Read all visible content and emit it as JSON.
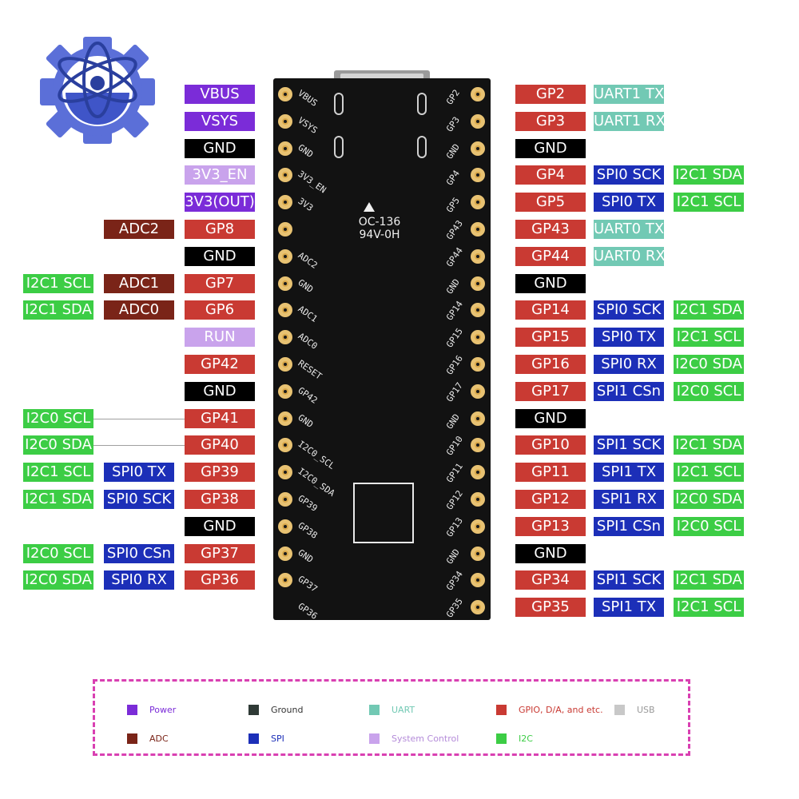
{
  "colors": {
    "power": "#7b2cd8",
    "ground": "#000000",
    "uart": "#72c9b4",
    "gpio": "#c93a33",
    "usb": "#c8c8c8",
    "adc": "#7a2418",
    "spi": "#1c2fb8",
    "system_control": "#c9a3ec",
    "i2c": "#3ccd45"
  },
  "board": {
    "marking_line1": "OC-136",
    "marking_line2": "94V-0H",
    "left_silk": [
      "VBUS",
      "VSYS",
      "GND",
      "3V3_EN",
      "3V3",
      "",
      "ADC2",
      "GND",
      "ADC1",
      "ADC0",
      "RESET",
      "GP42",
      "GND",
      "I2C0_SCL",
      "I2C0_SDA",
      "GP39",
      "GP38",
      "GND",
      "GP37",
      "GP36"
    ],
    "right_silk": [
      "GP2",
      "GP3",
      "GND",
      "GP4",
      "GP5",
      "GP43",
      "GP44",
      "GND",
      "GP14",
      "GP15",
      "GP16",
      "GP17",
      "GND",
      "GP10",
      "GP11",
      "GP12",
      "GP13",
      "GND",
      "GP34",
      "GP35"
    ]
  },
  "left_pins": [
    {
      "name": "VBUS",
      "cat": "power",
      "extra": []
    },
    {
      "name": "VSYS",
      "cat": "power",
      "extra": []
    },
    {
      "name": "GND",
      "cat": "ground",
      "extra": []
    },
    {
      "name": "3V3_EN",
      "cat": "sysc",
      "extra": []
    },
    {
      "name": "3V3(OUT)",
      "cat": "power",
      "extra": []
    },
    {
      "name": "GP8",
      "cat": "gpio",
      "extra": [
        {
          "t": "ADC2",
          "cat": "adc"
        }
      ]
    },
    {
      "name": "GND",
      "cat": "ground",
      "extra": []
    },
    {
      "name": "GP7",
      "cat": "gpio",
      "extra": [
        {
          "t": "ADC1",
          "cat": "adc"
        },
        {
          "t": "I2C1 SCL",
          "cat": "i2c"
        }
      ]
    },
    {
      "name": "GP6",
      "cat": "gpio",
      "extra": [
        {
          "t": "ADC0",
          "cat": "adc"
        },
        {
          "t": "I2C1 SDA",
          "cat": "i2c"
        }
      ]
    },
    {
      "name": "RUN",
      "cat": "sysc",
      "extra": []
    },
    {
      "name": "GP42",
      "cat": "gpio",
      "extra": []
    },
    {
      "name": "GND",
      "cat": "ground",
      "extra": []
    },
    {
      "name": "GP41",
      "cat": "gpio",
      "extra": [
        {
          "t": "I2C0 SCL",
          "cat": "i2c",
          "far": true
        }
      ]
    },
    {
      "name": "GP40",
      "cat": "gpio",
      "extra": [
        {
          "t": "I2C0 SDA",
          "cat": "i2c",
          "far": true
        }
      ]
    },
    {
      "name": "GP39",
      "cat": "gpio",
      "extra": [
        {
          "t": "SPI0 TX",
          "cat": "spi"
        },
        {
          "t": "I2C1 SCL",
          "cat": "i2c"
        }
      ]
    },
    {
      "name": "GP38",
      "cat": "gpio",
      "extra": [
        {
          "t": "SPI0 SCK",
          "cat": "spi"
        },
        {
          "t": "I2C1 SDA",
          "cat": "i2c"
        }
      ]
    },
    {
      "name": "GND",
      "cat": "ground",
      "extra": []
    },
    {
      "name": "GP37",
      "cat": "gpio",
      "extra": [
        {
          "t": "SPI0 CSn",
          "cat": "spi"
        },
        {
          "t": "I2C0 SCL",
          "cat": "i2c"
        }
      ]
    },
    {
      "name": "GP36",
      "cat": "gpio",
      "extra": [
        {
          "t": "SPI0 RX",
          "cat": "spi"
        },
        {
          "t": "I2C0 SDA",
          "cat": "i2c"
        }
      ]
    }
  ],
  "right_pins": [
    {
      "name": "GP2",
      "cat": "gpio",
      "extra": [
        {
          "t": "UART1 TX",
          "cat": "uart"
        }
      ]
    },
    {
      "name": "GP3",
      "cat": "gpio",
      "extra": [
        {
          "t": "UART1 RX",
          "cat": "uart"
        }
      ]
    },
    {
      "name": "GND",
      "cat": "ground",
      "extra": []
    },
    {
      "name": "GP4",
      "cat": "gpio",
      "extra": [
        {
          "t": "SPI0 SCK",
          "cat": "spi"
        },
        {
          "t": "I2C1 SDA",
          "cat": "i2c"
        }
      ]
    },
    {
      "name": "GP5",
      "cat": "gpio",
      "extra": [
        {
          "t": "SPI0 TX",
          "cat": "spi"
        },
        {
          "t": "I2C1 SCL",
          "cat": "i2c"
        }
      ]
    },
    {
      "name": "GP43",
      "cat": "gpio",
      "extra": [
        {
          "t": "UART0 TX",
          "cat": "uart"
        }
      ]
    },
    {
      "name": "GP44",
      "cat": "gpio",
      "extra": [
        {
          "t": "UART0 RX",
          "cat": "uart"
        }
      ]
    },
    {
      "name": "GND",
      "cat": "ground",
      "extra": []
    },
    {
      "name": "GP14",
      "cat": "gpio",
      "extra": [
        {
          "t": "SPI0 SCK",
          "cat": "spi"
        },
        {
          "t": "I2C1 SDA",
          "cat": "i2c"
        }
      ]
    },
    {
      "name": "GP15",
      "cat": "gpio",
      "extra": [
        {
          "t": "SPI0 TX",
          "cat": "spi"
        },
        {
          "t": "I2C1 SCL",
          "cat": "i2c"
        }
      ]
    },
    {
      "name": "GP16",
      "cat": "gpio",
      "extra": [
        {
          "t": "SPI0 RX",
          "cat": "spi"
        },
        {
          "t": "I2C0 SDA",
          "cat": "i2c"
        }
      ]
    },
    {
      "name": "GP17",
      "cat": "gpio",
      "extra": [
        {
          "t": "SPI1 CSn",
          "cat": "spi"
        },
        {
          "t": "I2C0 SCL",
          "cat": "i2c"
        }
      ]
    },
    {
      "name": "GND",
      "cat": "ground",
      "extra": []
    },
    {
      "name": "GP10",
      "cat": "gpio",
      "extra": [
        {
          "t": "SPI1 SCK",
          "cat": "spi"
        },
        {
          "t": "I2C1 SDA",
          "cat": "i2c"
        }
      ]
    },
    {
      "name": "GP11",
      "cat": "gpio",
      "extra": [
        {
          "t": "SPI1 TX",
          "cat": "spi"
        },
        {
          "t": "I2C1 SCL",
          "cat": "i2c"
        }
      ]
    },
    {
      "name": "GP12",
      "cat": "gpio",
      "extra": [
        {
          "t": "SPI1 RX",
          "cat": "spi"
        },
        {
          "t": "I2C0 SDA",
          "cat": "i2c"
        }
      ]
    },
    {
      "name": "GP13",
      "cat": "gpio",
      "extra": [
        {
          "t": "SPI1 CSn",
          "cat": "spi"
        },
        {
          "t": "I2C0 SCL",
          "cat": "i2c"
        }
      ]
    },
    {
      "name": "GND",
      "cat": "ground",
      "extra": []
    },
    {
      "name": "GP34",
      "cat": "gpio",
      "extra": [
        {
          "t": "SPI1 SCK",
          "cat": "spi"
        },
        {
          "t": "I2C1 SDA",
          "cat": "i2c"
        }
      ]
    },
    {
      "name": "GP35",
      "cat": "gpio",
      "extra": [
        {
          "t": "SPI1 TX",
          "cat": "spi"
        },
        {
          "t": "I2C1 SCL",
          "cat": "i2c"
        }
      ]
    }
  ],
  "legend": {
    "power": "Power",
    "ground": "Ground",
    "uart": "UART",
    "gpio": "GPIO, D/A, and etc.",
    "usb": "USB",
    "adc": "ADC",
    "spi": "SPI",
    "system_control": "System Control",
    "i2c": "I2C"
  }
}
